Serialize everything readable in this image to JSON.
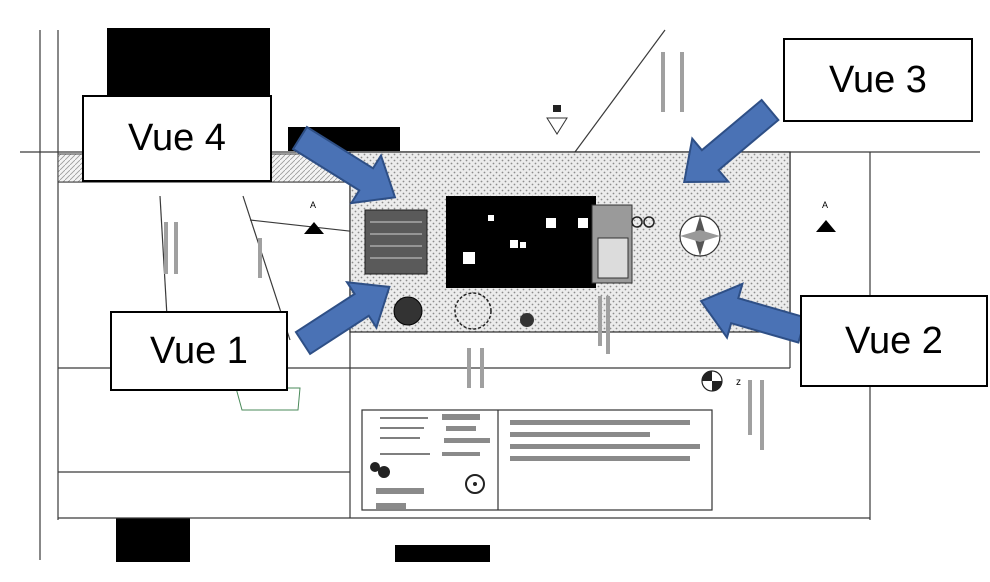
{
  "views": [
    {
      "id": "vue4",
      "label": "Vue 4"
    },
    {
      "id": "vue3",
      "label": "Vue 3"
    },
    {
      "id": "vue1",
      "label": "Vue 1"
    },
    {
      "id": "vue2",
      "label": "Vue 2"
    }
  ],
  "plan": {
    "section_marker": "A",
    "north_marker": "z"
  },
  "colors": {
    "arrow_fill": "#4a72b5",
    "arrow_stroke": "#2e4f86",
    "building_fill": "#000000",
    "plan_lines": "#3a3a3a",
    "gravel_hatch": "#bfbfbf"
  }
}
